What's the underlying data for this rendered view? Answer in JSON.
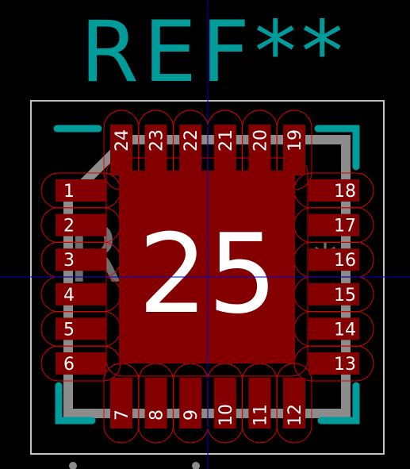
{
  "footprint": {
    "reference": "REF**",
    "center_pad": "25",
    "pads_left": [
      "1",
      "2",
      "3",
      "4",
      "5",
      "6"
    ],
    "pads_bottom": [
      "7",
      "8",
      "9",
      "10",
      "11",
      "12"
    ],
    "pads_right": [
      "13",
      "14",
      "15",
      "16",
      "17",
      "18"
    ],
    "pads_top": [
      "19",
      "20",
      "21",
      "22",
      "23",
      "24"
    ]
  },
  "colors": {
    "background": "#000000",
    "pad": "#840000",
    "pad_text": "#ffffff",
    "silkscreen": "#009c9c",
    "courtyard": "#c2c2c2",
    "fab_outline": "#8c8c8c",
    "clearance": "#ff0000",
    "crosshair": "#0000c8"
  }
}
